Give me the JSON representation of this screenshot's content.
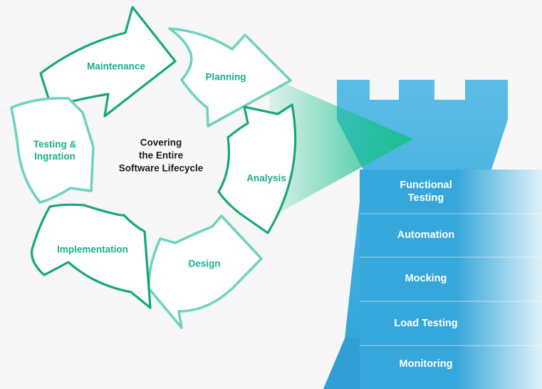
{
  "center_text": [
    "Covering",
    "the Entire",
    "Software Lifecycle"
  ],
  "cycle": [
    {
      "label": [
        "Maintenance"
      ],
      "style": "dark"
    },
    {
      "label": [
        "Planning"
      ],
      "style": "light"
    },
    {
      "label": [
        "Analysis"
      ],
      "style": "dark"
    },
    {
      "label": [
        "Design"
      ],
      "style": "light"
    },
    {
      "label": [
        "Implementation"
      ],
      "style": "dark"
    },
    {
      "label": [
        "Testing &",
        "Ingration"
      ],
      "style": "light"
    }
  ],
  "tower": {
    "layers": [
      [
        "Functional",
        "Testing"
      ],
      [
        "Automation"
      ],
      [
        "Mocking"
      ],
      [
        "Load Testing"
      ],
      [
        "Monitoring"
      ]
    ]
  },
  "colors": {
    "dark_green": "#17a67e",
    "light_green": "#6fd3be",
    "label_green": "#19b08a",
    "beam": "#20c290",
    "tower_blue": "#2fa5d8",
    "tower_light": "#5bbbe3",
    "text_dark": "#1c1c1c",
    "text_white": "#ffffff"
  }
}
